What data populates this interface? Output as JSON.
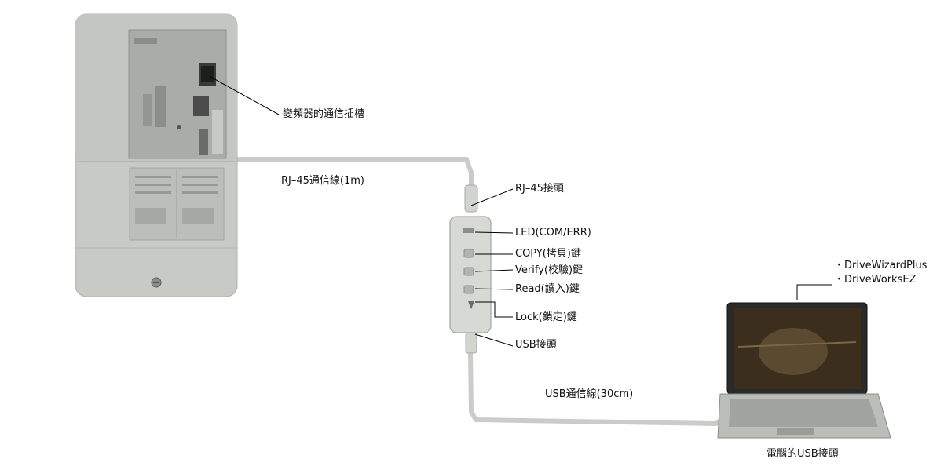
{
  "labels": {
    "inverter_slot": "變頻器的通信插槽",
    "rj45_cable": "RJ–45通信線(1m)",
    "rj45_connector": "RJ–45接頭",
    "led": "LED(COM/ERR)",
    "copy_key": "COPY(拷貝)鍵",
    "verify_key": "Verify(校驗)鍵",
    "read_key": "Read(讀入)鍵",
    "lock_key": "Lock(鎖定)鍵",
    "usb_connector": "USB接頭",
    "usb_cable": "USB通信線(30cm)",
    "pc_usb": "電腦的USB接頭"
  },
  "software": [
    "・DriveWizardPlus",
    "・DriveWorksEZ"
  ],
  "colors": {
    "cable": "#c9ccc9",
    "inverter_body": "#c8cac6",
    "panel": "#a9aca7",
    "leader": "#000000"
  }
}
